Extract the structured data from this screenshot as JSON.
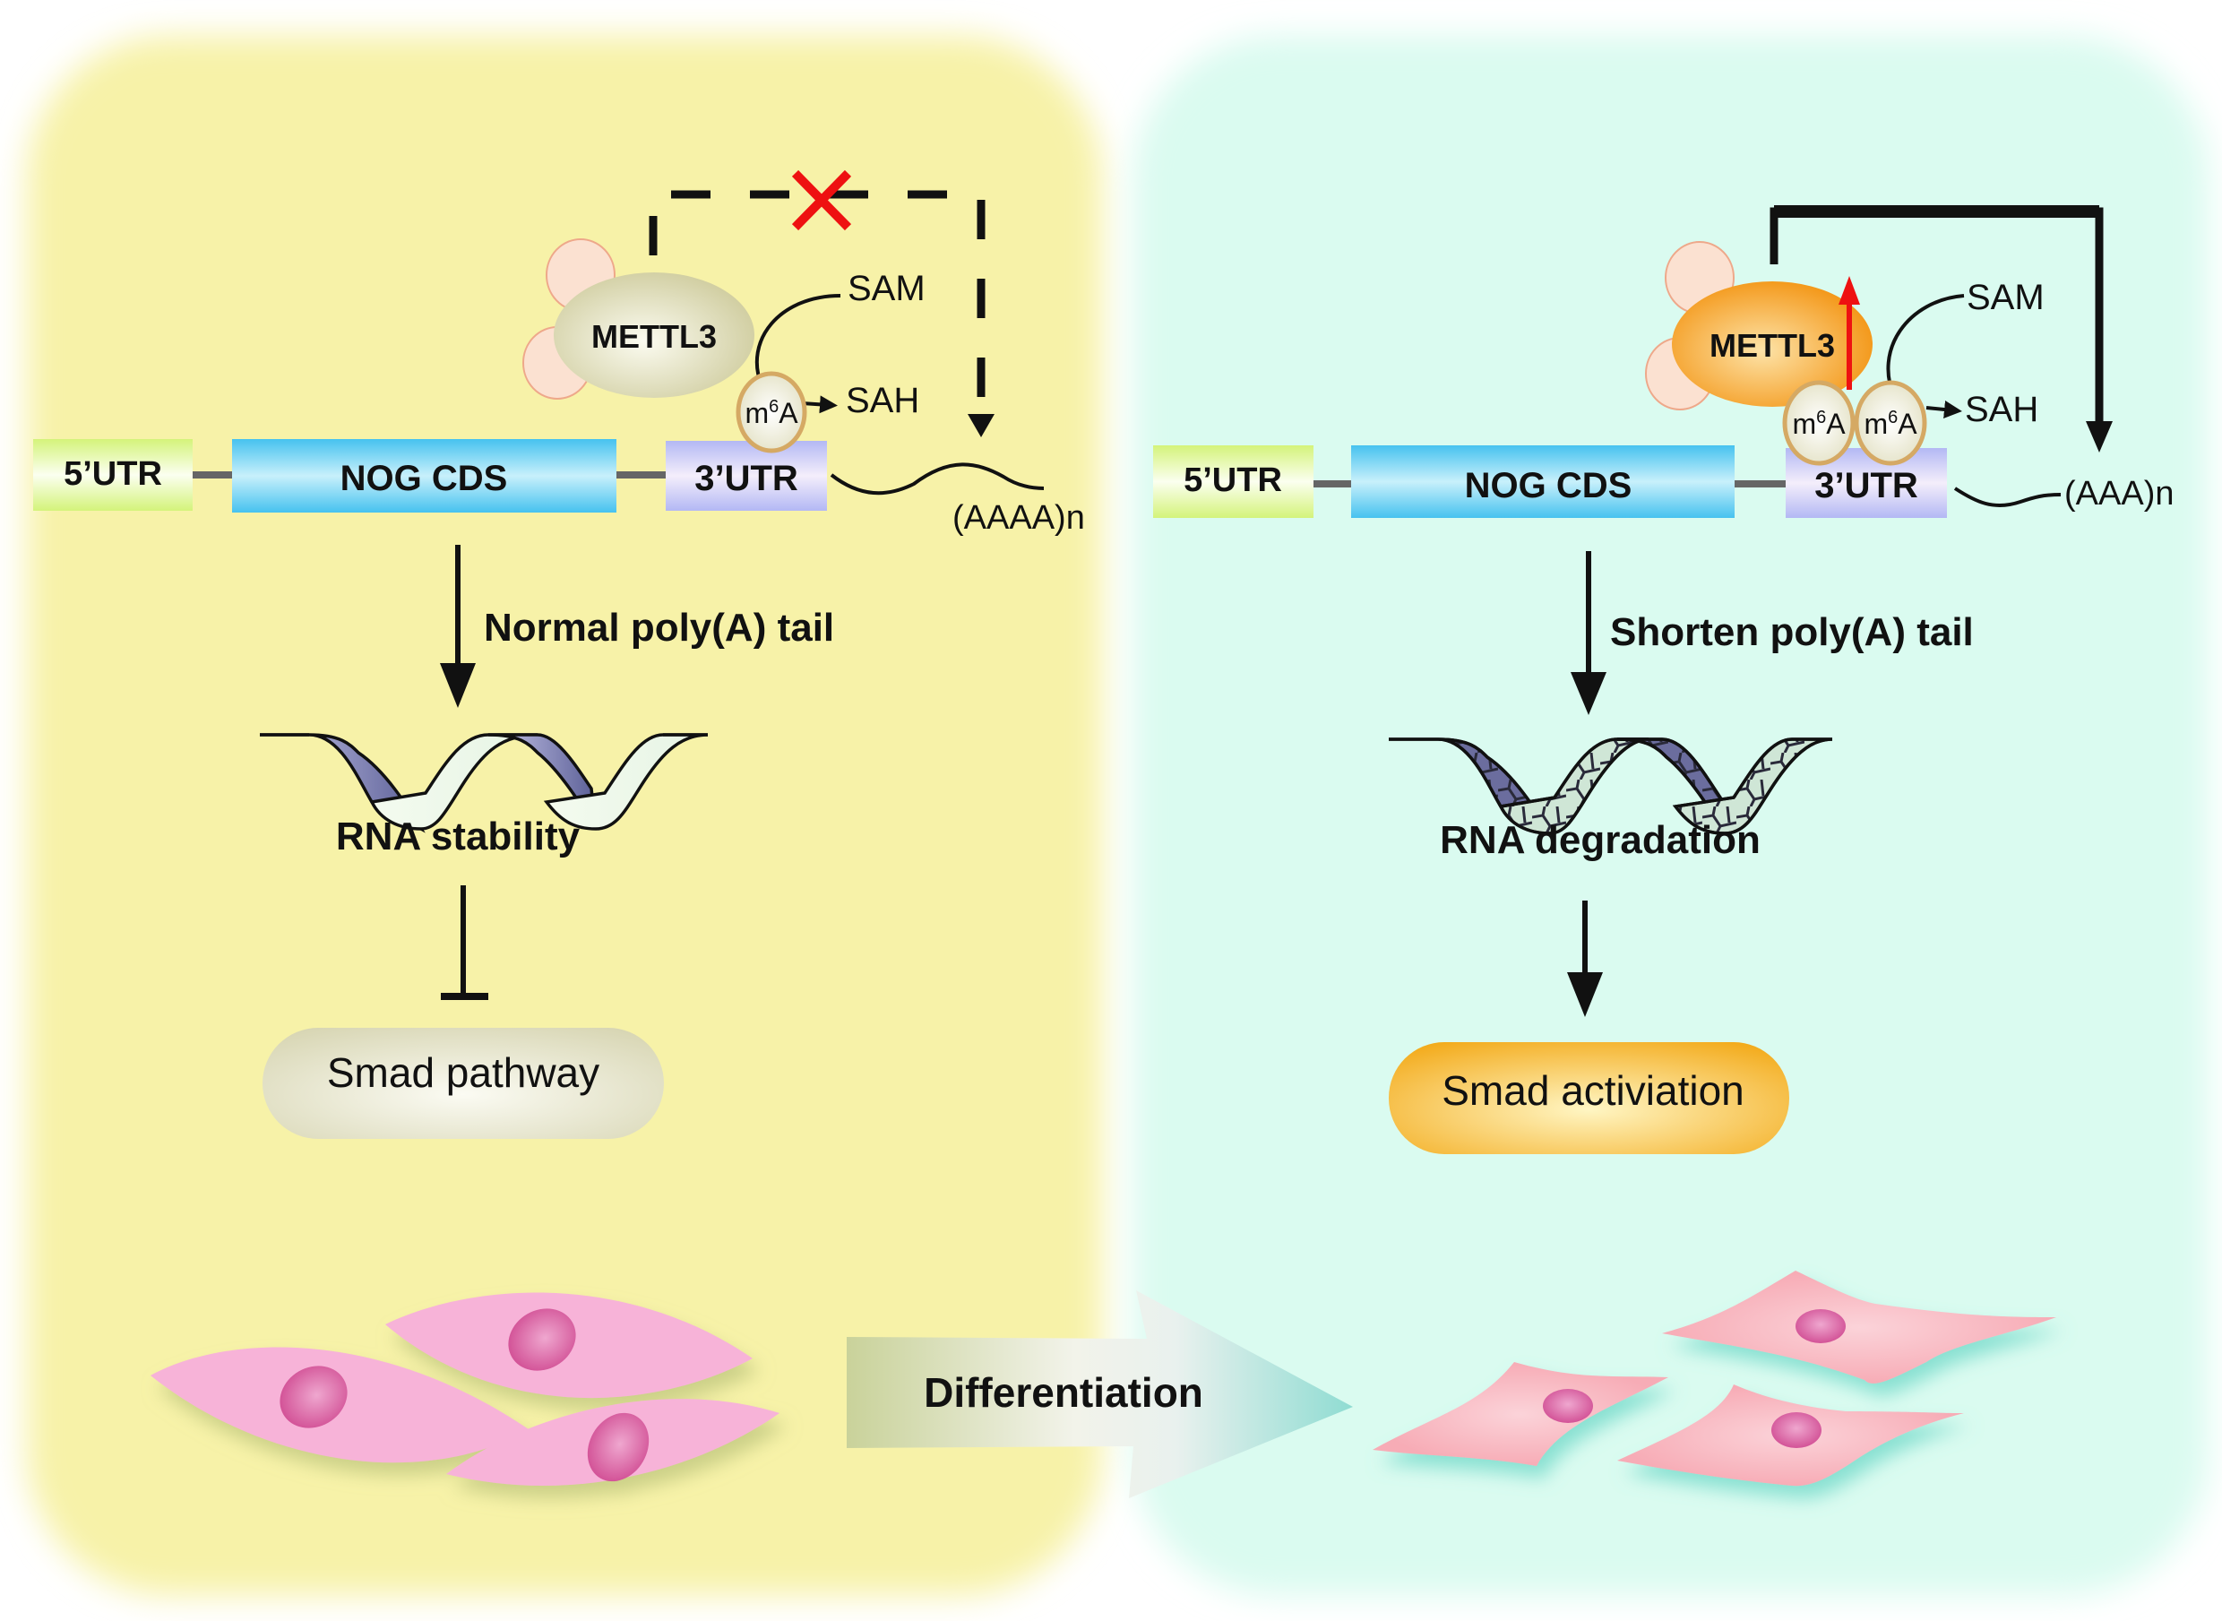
{
  "colors": {
    "left_panel": "#f7f2a8",
    "right_panel": "#dafbf0",
    "utr5": "#d9f58a",
    "cds": "#5ccaf0",
    "utr3": "#b9bdf5",
    "mettl3_normal": "#e6e4c8",
    "mettl3_up": "#f6a21e",
    "cell": "#f7b3d8",
    "cell_diff": "#f8b3bb",
    "nucleus": "#d6559a",
    "inhibit_x": "#ee1111",
    "up_arrow": "#ee1111"
  },
  "left": {
    "utr5": "5’UTR",
    "cds": "NOG CDS",
    "utr3": "3’UTR",
    "enzyme": "METTL3",
    "sam": "SAM",
    "sah": "SAH",
    "mark": "m6A",
    "mark_base": "m",
    "mark_sup": "6",
    "mark_tail": "A",
    "tail": "(AAAA)n",
    "arrow_label": "Normal poly(A) tail",
    "rna_state": "RNA stability",
    "pathway": "Smad pathway",
    "feedback": "blocked",
    "relation_to_pathway": "inhibits"
  },
  "right": {
    "utr5": "5’UTR",
    "cds": "NOG CDS",
    "utr3": "3’UTR",
    "enzyme": "METTL3",
    "enzyme_state": "upregulated",
    "sam": "SAM",
    "sah": "SAH",
    "mark_base": "m",
    "mark_sup": "6",
    "mark_tail": "A",
    "mark_count": 2,
    "tail": "(AAA)n",
    "arrow_label": "Shorten poly(A) tail",
    "rna_state": "RNA degradation",
    "pathway": "Smad activiation",
    "feedback": "active",
    "relation_to_pathway": "activates"
  },
  "transition": {
    "label": "Differentiation"
  },
  "cells": {
    "left_count": 3,
    "left_shape": "spindle",
    "right_count": 3,
    "right_shape": "flattened-polygonal"
  }
}
